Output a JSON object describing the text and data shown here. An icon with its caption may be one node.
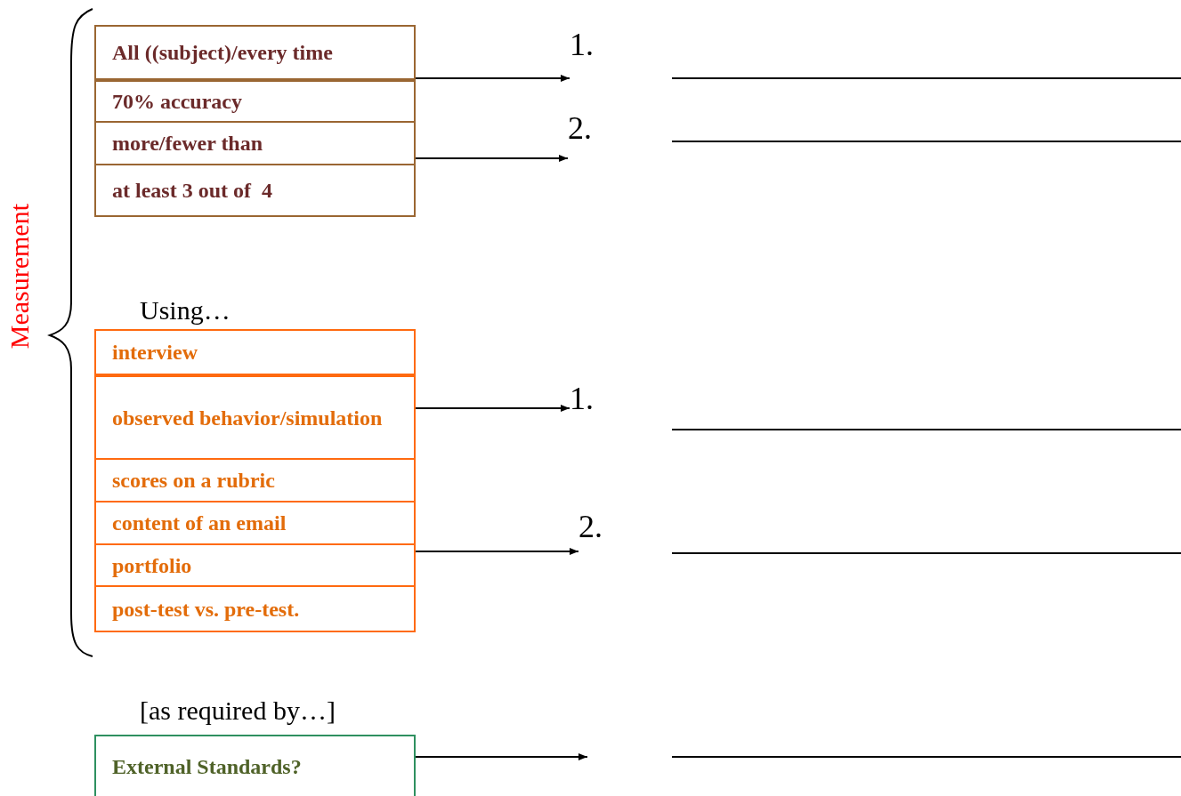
{
  "diagram": {
    "nodes": [
      {
        "text": [
          "All ((subject)/every time",
          "70% accuracy",
          "more/fewer than",
          "at least 3 out of  4"
        ]
      },
      {
        "text": [
          "Using…",
          "interview",
          "observed behavior/simulation",
          "scores on a rubric",
          "content of an email",
          "portfolio",
          "post-test vs. pre-test."
        ]
      },
      {
        "text": [
          "[as required by…]",
          "External Standards?"
        ]
      },
      {
        "text": [
          "1."
        ]
      },
      {
        "text": [
          "2."
        ]
      },
      {
        "text": [
          "1."
        ]
      },
      {
        "text": [
          "2."
        ]
      }
    ],
    "edges": [
      {
        "from": 0,
        "to": 3,
        "arrow": "to"
      },
      {
        "from": 0,
        "to": 4,
        "arrow": "to"
      },
      {
        "from": 1,
        "to": 5,
        "arrow": "to"
      },
      {
        "from": 1,
        "to": 6,
        "arrow": "to"
      },
      {
        "from": 2,
        "to": null,
        "arrow": "to"
      }
    ],
    "labels": [
      "Measurement"
    ]
  }
}
